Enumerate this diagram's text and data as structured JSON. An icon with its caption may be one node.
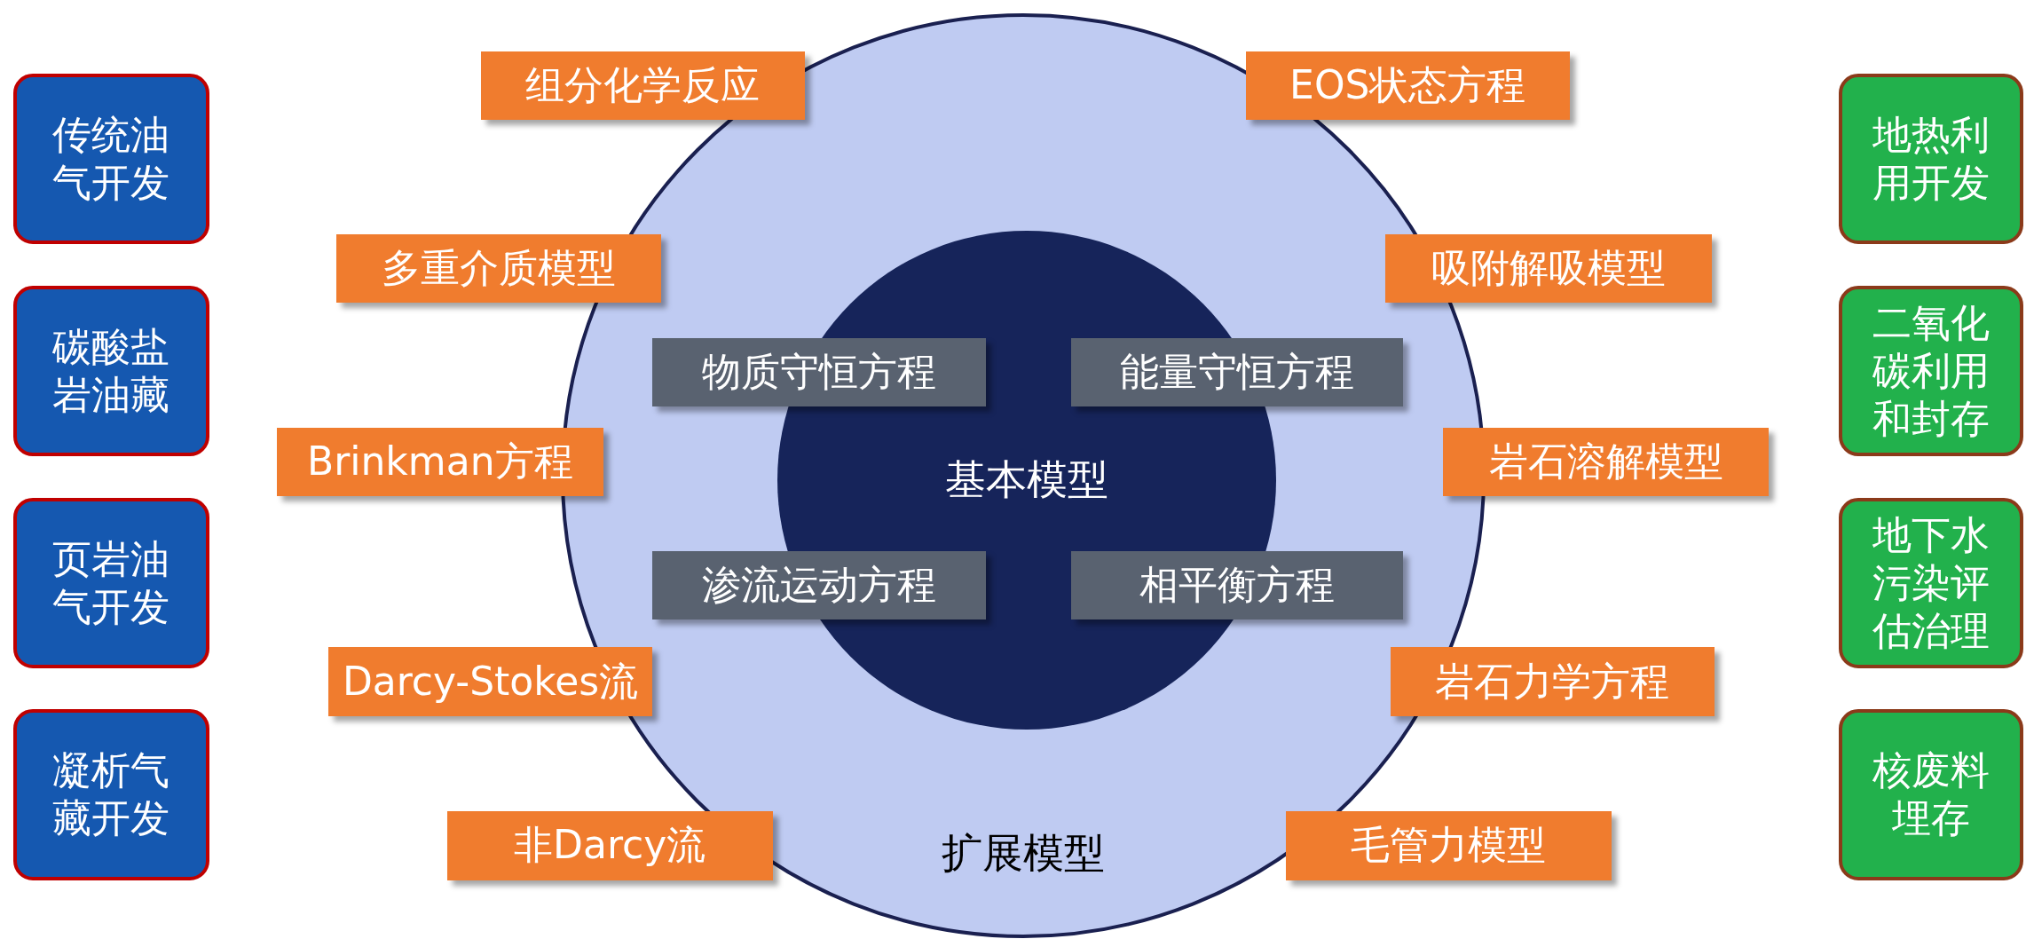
{
  "diagram": {
    "nodes": [
      {
        "text": [
          "传统油气开发"
        ]
      },
      {
        "text": [
          "碳酸盐岩油藏"
        ]
      },
      {
        "text": [
          "页岩油气开发"
        ]
      },
      {
        "text": [
          "凝析气藏开发"
        ]
      },
      {
        "text": [
          "扩展模型"
        ]
      },
      {
        "text": [
          "基本模型"
        ],
        "in": 4
      },
      {
        "text": [
          "物质守恒方程"
        ],
        "in": 4
      },
      {
        "text": [
          "能量守恒方程"
        ],
        "in": 4
      },
      {
        "text": [
          "渗流运动方程"
        ],
        "in": 4
      },
      {
        "text": [
          "相平衡方程"
        ],
        "in": 4
      },
      {
        "text": [
          "组分化学反应"
        ]
      },
      {
        "text": [
          "EOS状态方程"
        ]
      },
      {
        "text": [
          "多重介质模型"
        ]
      },
      {
        "text": [
          "吸附解吸模型"
        ]
      },
      {
        "text": [
          "Brinkman方程"
        ]
      },
      {
        "text": [
          "岩石溶解模型"
        ]
      },
      {
        "text": [
          "Darcy-Stokes流"
        ]
      },
      {
        "text": [
          "岩石力学方程"
        ]
      },
      {
        "text": [
          "非Darcy流"
        ]
      },
      {
        "text": [
          "毛管力模型"
        ]
      },
      {
        "text": [
          "地热利用开发"
        ]
      },
      {
        "text": [
          "二氧化碳利用和封存"
        ]
      },
      {
        "text": [
          "地下水污染评估治理"
        ]
      },
      {
        "text": [
          "核废料埋存"
        ]
      }
    ]
  }
}
